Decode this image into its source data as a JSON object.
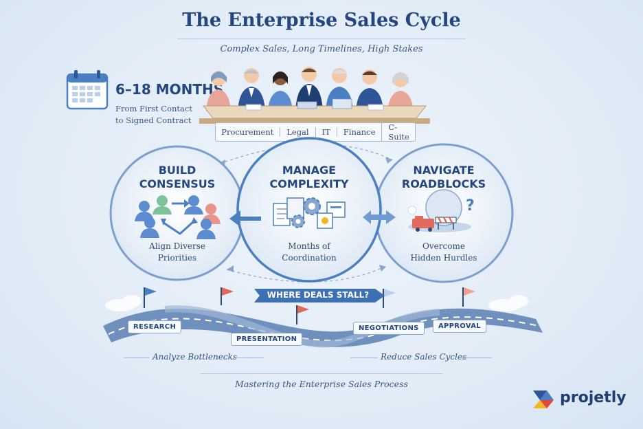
{
  "header": {
    "title": "The Enterprise Sales Cycle",
    "subtitle": "Complex Sales, Long Timelines, High Stakes"
  },
  "timeline": {
    "duration": "6–18 MONTHS",
    "line1": "From First Contact",
    "line2": "to Signed Contract"
  },
  "departments": [
    "Procurement",
    "Legal",
    "IT",
    "Finance",
    "C-Suite"
  ],
  "circles": [
    {
      "title1": "BUILD",
      "title2": "CONSENSUS",
      "cap1": "Align Diverse",
      "cap2": "Priorities"
    },
    {
      "title1": "MANAGE",
      "title2": "COMPLEXITY",
      "cap1": "Months of",
      "cap2": "Coordination"
    },
    {
      "title1": "NAVIGATE",
      "title2": "ROADBLOCKS",
      "cap1": "Overcome",
      "cap2": "Hidden Hurdles"
    }
  ],
  "road": {
    "stall_banner": "WHERE DEALS STALL?",
    "stages": [
      "RESEARCH",
      "PRESENTATION",
      "NEGOTIATIONS",
      "APPROVAL"
    ]
  },
  "bottom": {
    "left": "Analyze Bottlenecks",
    "right": "Reduce Sales Cycles",
    "footer": "Mastering the Enterprise Sales Process"
  },
  "brand": {
    "name": "projetly"
  },
  "colors": {
    "primary": "#23467e",
    "accent": "#4a7fc1",
    "flag_red": "#e0695c",
    "logo_red": "#e3483a",
    "logo_yellow": "#f4b526"
  }
}
